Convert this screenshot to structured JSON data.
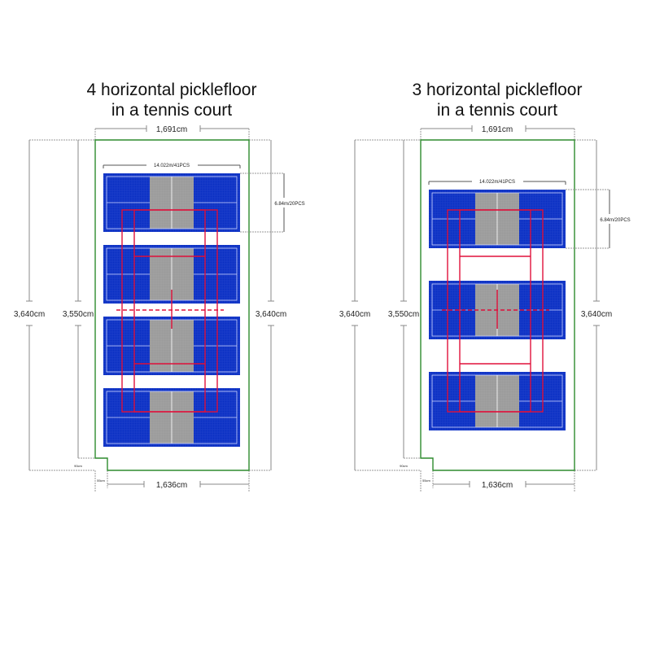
{
  "diagrams": [
    {
      "title_line1": "4 horizontal picklefloor",
      "title_line2": "in a tennis court",
      "court_count": 4,
      "outer_width": "1,691cm",
      "inner_width": "1,636cm",
      "outer_length_left": "3,640cm",
      "inner_length": "3,550cm",
      "outer_length_right": "3,640cm",
      "pickle_width": "14.022m/41PCS",
      "pickle_depth": "6.84m/20PCS",
      "offset_vertical": "90cm",
      "offset_horizontal": "55cm"
    },
    {
      "title_line1": "3 horizontal picklefloor",
      "title_line2": "in a tennis court",
      "court_count": 3,
      "outer_width": "1,691cm",
      "inner_width": "1,636cm",
      "outer_length_left": "3,640cm",
      "inner_length": "3,550cm",
      "outer_length_right": "3,640cm",
      "pickle_width": "14.022m/41PCS",
      "pickle_depth": "6.84m/20PCS",
      "offset_vertical": "90cm",
      "offset_horizontal": "55cm"
    }
  ],
  "colors": {
    "court_blue": "#0a2fc4",
    "kitchen_gray": "#9a9a9a",
    "tennis_red": "#e0103a",
    "boundary_green": "#2e8b2e",
    "dimension_gray": "#888888"
  }
}
